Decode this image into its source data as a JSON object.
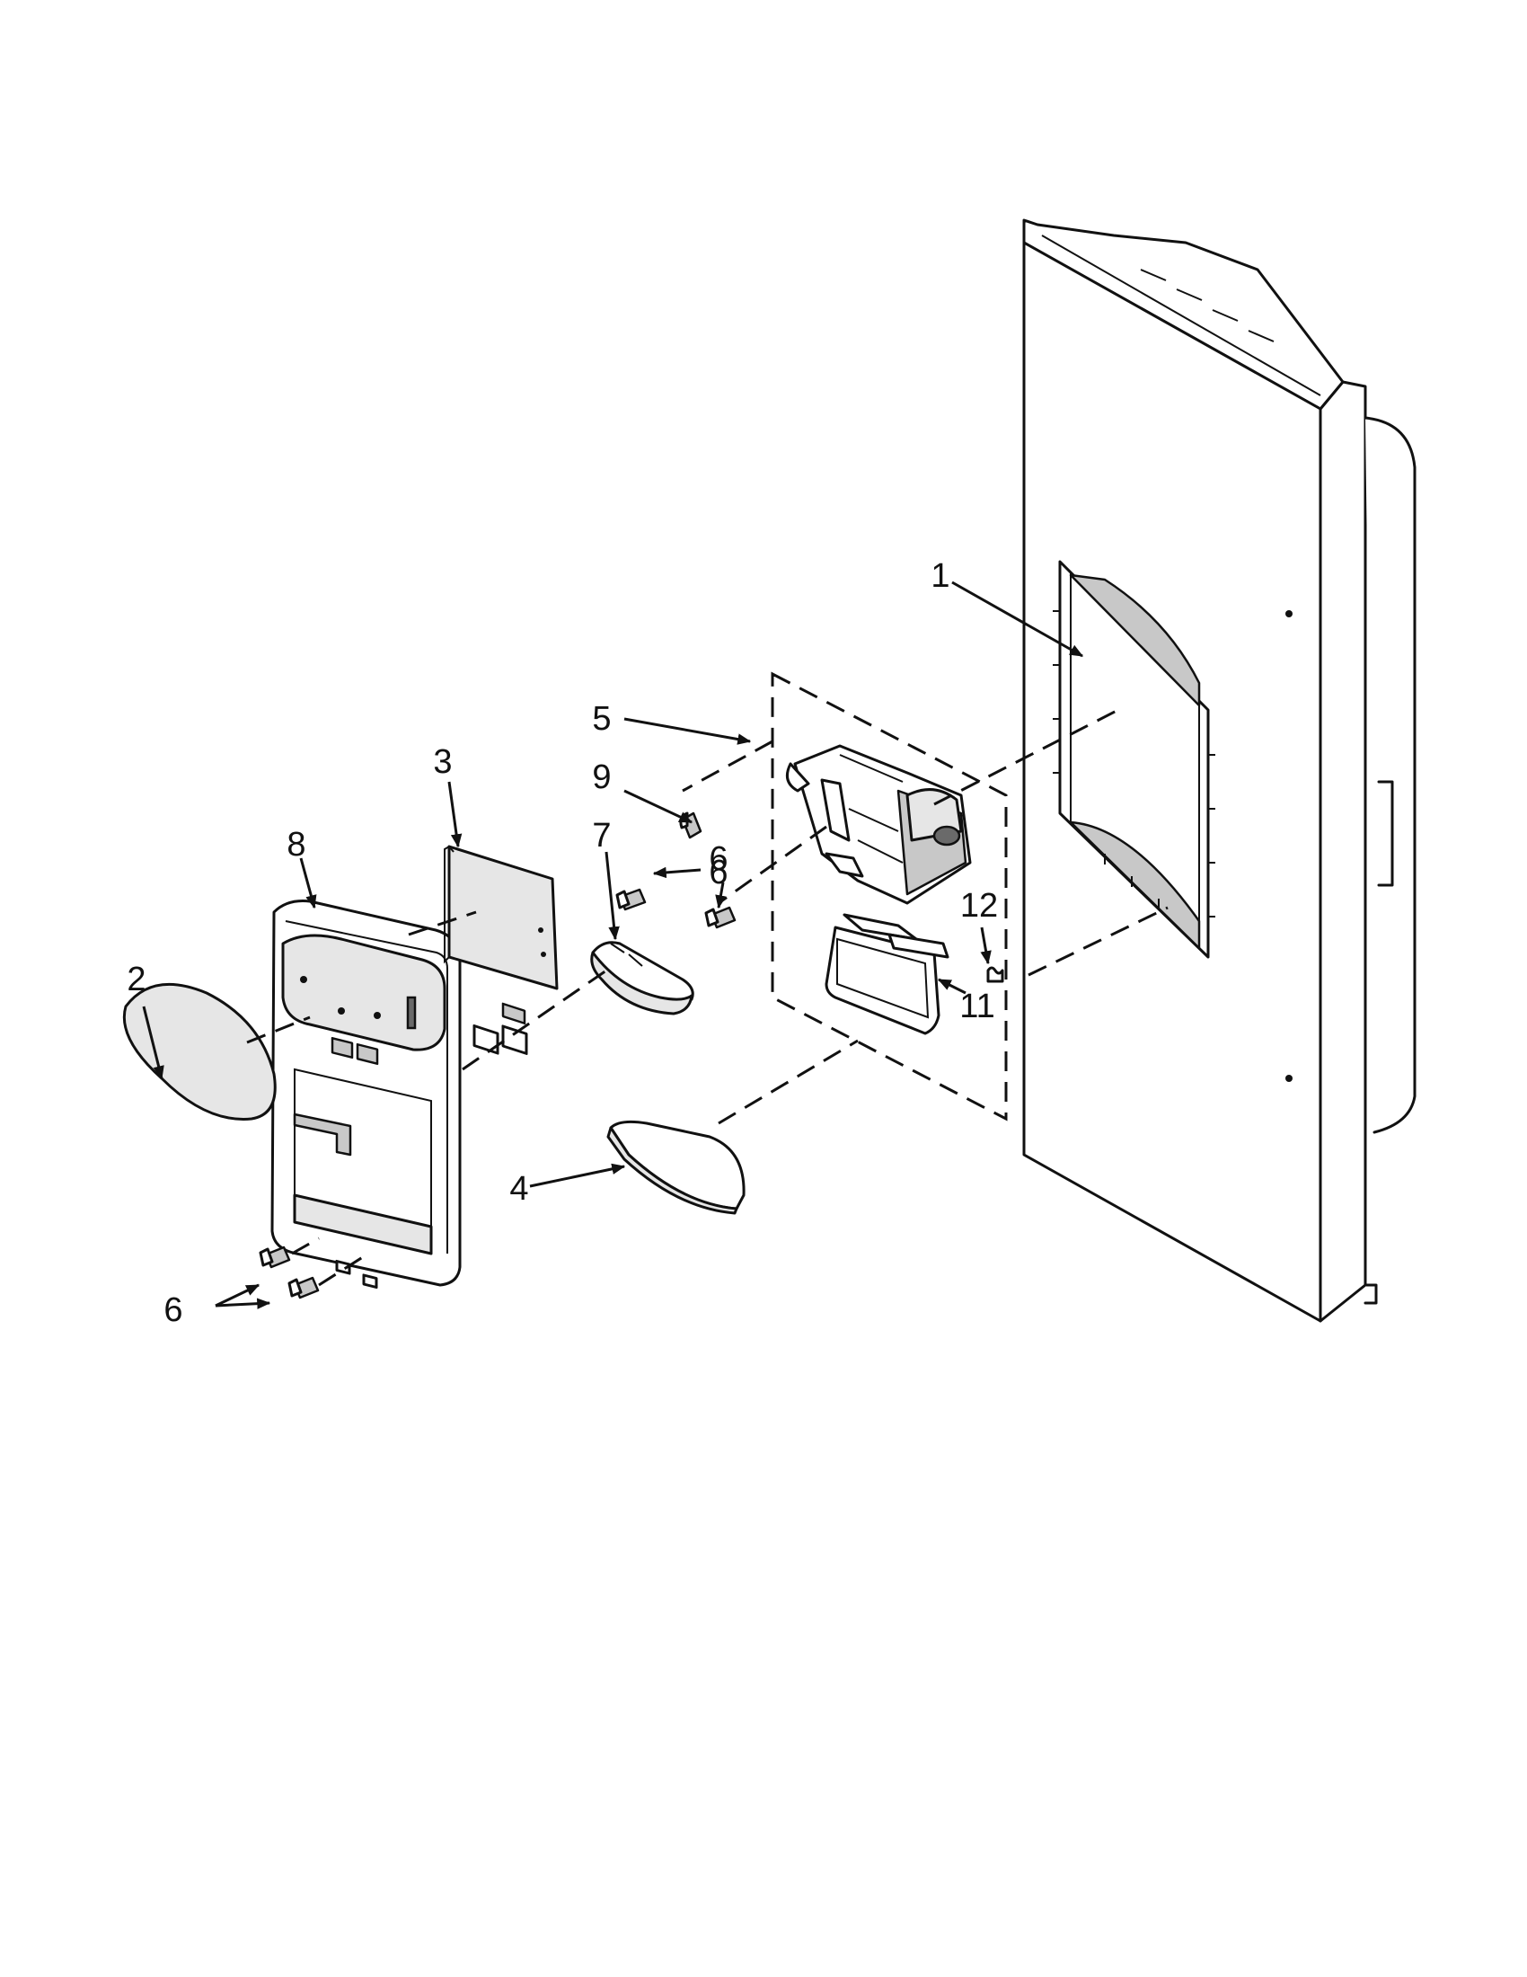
{
  "callouts": [
    {
      "id": "1",
      "label": "1"
    },
    {
      "id": "2",
      "label": "2"
    },
    {
      "id": "3",
      "label": "3"
    },
    {
      "id": "4",
      "label": "4"
    },
    {
      "id": "5",
      "label": "5"
    },
    {
      "id": "6a",
      "label": "6"
    },
    {
      "id": "6b",
      "label": "6"
    },
    {
      "id": "6c",
      "label": "6"
    },
    {
      "id": "7",
      "label": "7"
    },
    {
      "id": "8",
      "label": "8"
    },
    {
      "id": "9",
      "label": "9"
    },
    {
      "id": "11",
      "label": "11"
    },
    {
      "id": "12",
      "label": "12"
    }
  ]
}
